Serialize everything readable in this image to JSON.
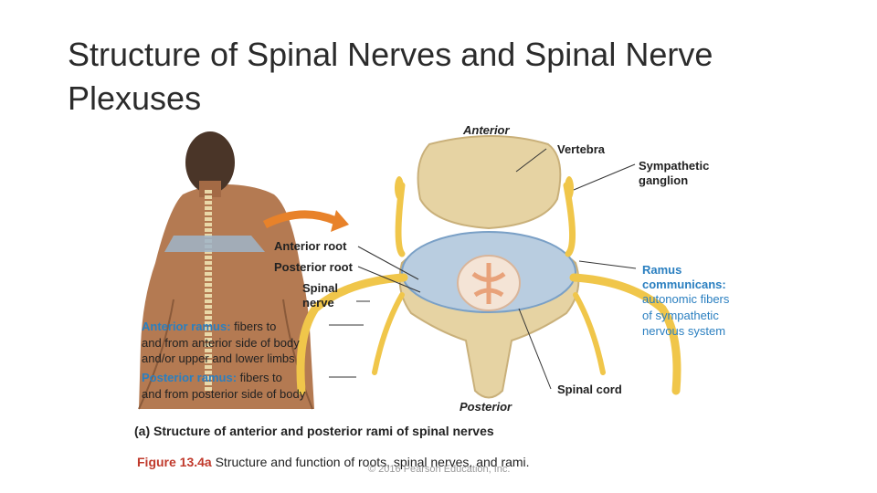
{
  "slide": {
    "title": "Structure of Spinal Nerves and Spinal Nerve Plexuses"
  },
  "figure": {
    "labels": {
      "anterior": "Anterior",
      "posterior": "Posterior",
      "vertebra": "Vertebra",
      "sympathetic_ganglion_1": "Sympathetic",
      "sympathetic_ganglion_2": "ganglion",
      "anterior_root": "Anterior root",
      "posterior_root": "Posterior root",
      "spinal_nerve_1": "Spinal",
      "spinal_nerve_2": "nerve",
      "ramus_1": "Ramus",
      "ramus_2": "communicans:",
      "ramus_3": "autonomic fibers",
      "ramus_4": "of sympathetic",
      "ramus_5": "nervous system",
      "ant_ramus_head": "Anterior ramus:",
      "ant_ramus_1": " fibers to",
      "ant_ramus_2": "and from anterior side of body",
      "ant_ramus_3": "and/or upper and lower limbs",
      "post_ramus_head": "Posterior ramus:",
      "post_ramus_1": " fibers to",
      "post_ramus_2": "and from posterior side of body",
      "spinal_cord": "Spinal cord"
    },
    "sublabel": "(a) Structure of anterior and posterior rami of spinal nerves"
  },
  "caption": {
    "fignum": "Figure 13.4a",
    "text": "Structure and function of roots, spinal nerves, and rami."
  },
  "copyright": "© 2016 Pearson Education, Inc.",
  "colors": {
    "bone": "#e6d3a3",
    "nerve": "#f0c64a",
    "skin": "#b47a52",
    "arrow": "#e8822a",
    "blue_label": "#2a7fc0",
    "fignum": "#c0392b"
  }
}
